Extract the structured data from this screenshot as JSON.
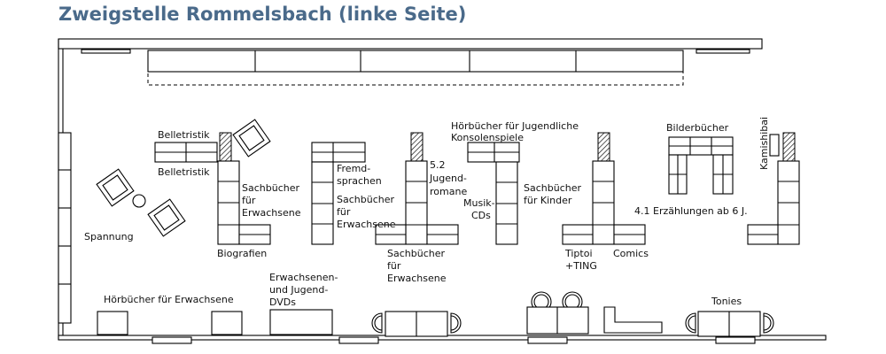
{
  "title": "Zweigstelle Rommelsbach (linke Seite)",
  "labels": {
    "belletristik_1": "Belletristik",
    "belletristik_2": "Belletristik",
    "spannung": "Spannung",
    "sach_erw_1": [
      "Sachbücher",
      "für",
      "Erwachsene"
    ],
    "biografien": "Biografien",
    "fremdsprachen": [
      "Fremd-",
      "sprachen"
    ],
    "sach_erw_2": [
      "Sachbücher",
      "für",
      "Erwachsene"
    ],
    "jugendromane": [
      "5.2",
      "Jugend-",
      "romane"
    ],
    "hoerbuecher_jugend": "Hörbücher für Jugendliche",
    "konsolenspiele": "Konsolenspiele",
    "musik_cds": [
      "Musik-",
      "CDs"
    ],
    "sach_erw_3": [
      "Sachbücher",
      "für",
      "Erwachsene"
    ],
    "sach_kinder": [
      "Sachbücher",
      "für Kinder"
    ],
    "tiptoi": [
      "Tiptoi",
      "+TING"
    ],
    "comics": "Comics",
    "bilderbuecher": "Bilderbücher",
    "erzaehlungen": "4.1 Erzählungen ab 6 J.",
    "kamishibai": "Kamishibai",
    "hoerbuecher_erw": "Hörbücher für Erwachsene",
    "dvds": [
      "Erwachsenen-",
      "und Jugend-",
      "DVDs"
    ],
    "tonies": "Tonies"
  },
  "colors": {
    "title": "#4a6a8a",
    "line": "#000000"
  }
}
